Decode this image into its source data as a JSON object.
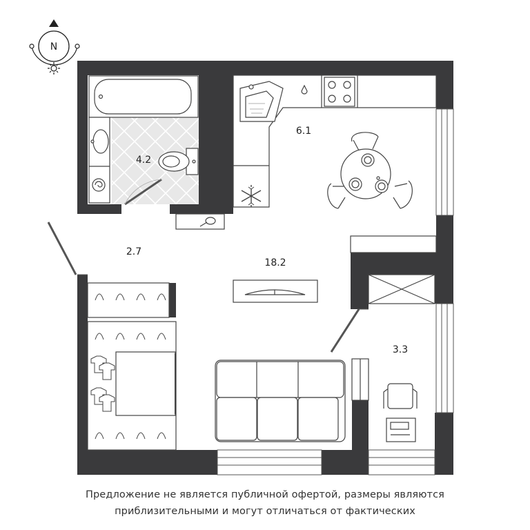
{
  "compass": {
    "letter": "N"
  },
  "rooms": {
    "bathroom": {
      "area": "4.2"
    },
    "kitchen": {
      "area": "6.1"
    },
    "hall": {
      "area": "2.7"
    },
    "living": {
      "area": "18.2"
    },
    "balcony": {
      "area": "3.3"
    }
  },
  "disclaimer": {
    "line1": "Предложение не является публичной офертой, размеры являются",
    "line2": "приблизительными и могут отличаться от фактических"
  },
  "colors": {
    "wall": "#3a3a3c",
    "floor_tile": "#e6e6e6",
    "line": "#555555"
  }
}
